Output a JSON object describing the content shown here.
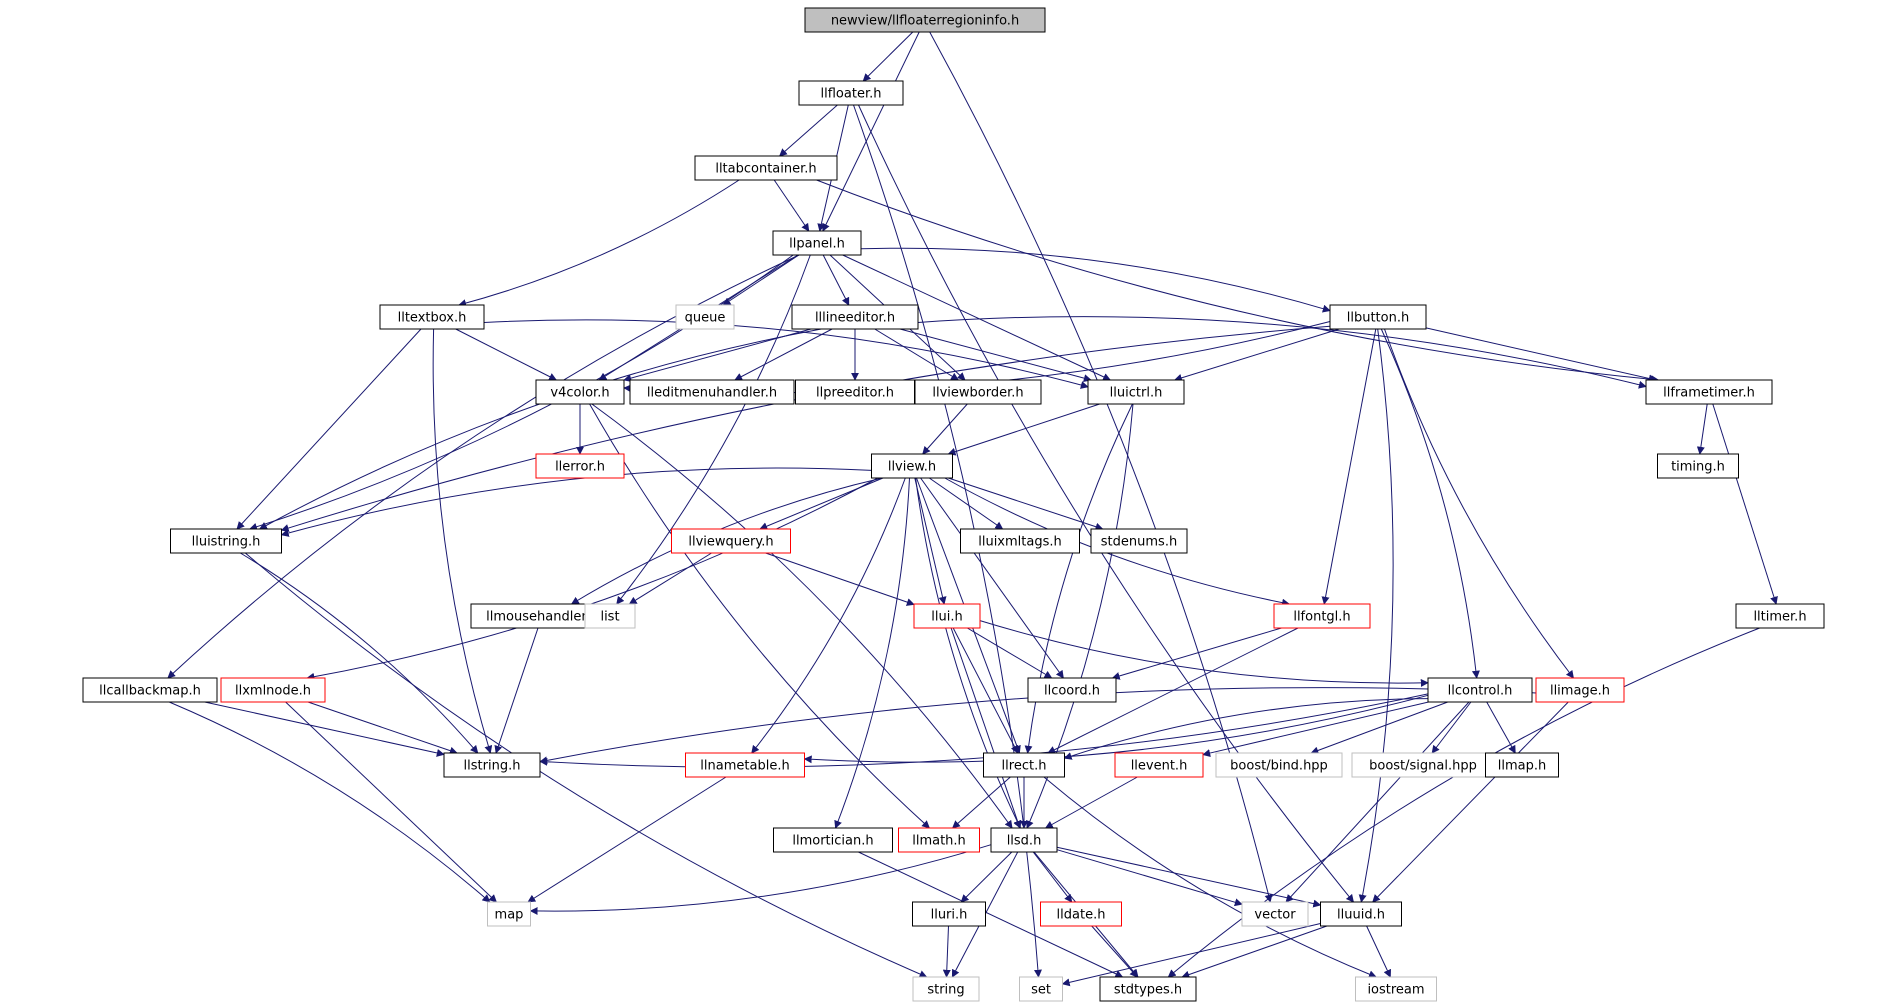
{
  "colors": {
    "edge": "#191970",
    "node_border": "#000000",
    "external_border": "#bfbfbf",
    "missing_border": "#ff0000",
    "root_fill": "#bfbfbf",
    "background": "#ffffff"
  },
  "graph": {
    "nodes": [
      {
        "id": "root",
        "label": "newview/llfloaterregioninfo.h",
        "kind": "root"
      },
      {
        "id": "llfloater",
        "label": "llfloater.h",
        "kind": "header"
      },
      {
        "id": "lltabcontainer",
        "label": "lltabcontainer.h",
        "kind": "header"
      },
      {
        "id": "llpanel",
        "label": "llpanel.h",
        "kind": "header"
      },
      {
        "id": "queue",
        "label": "queue",
        "kind": "external"
      },
      {
        "id": "lltextbox",
        "label": "lltextbox.h",
        "kind": "header"
      },
      {
        "id": "lllineeditor",
        "label": "lllineeditor.h",
        "kind": "header"
      },
      {
        "id": "llbutton",
        "label": "llbutton.h",
        "kind": "header"
      },
      {
        "id": "v4color",
        "label": "v4color.h",
        "kind": "header"
      },
      {
        "id": "lleditmenuhandler",
        "label": "lleditmenuhandler.h",
        "kind": "header"
      },
      {
        "id": "llpreeditor",
        "label": "llpreeditor.h",
        "kind": "header"
      },
      {
        "id": "llviewborder",
        "label": "llviewborder.h",
        "kind": "header"
      },
      {
        "id": "lluictrl",
        "label": "lluictrl.h",
        "kind": "header"
      },
      {
        "id": "llframetimer",
        "label": "llframetimer.h",
        "kind": "header"
      },
      {
        "id": "llerror",
        "label": "llerror.h",
        "kind": "missing"
      },
      {
        "id": "llview",
        "label": "llview.h",
        "kind": "header"
      },
      {
        "id": "timing",
        "label": "timing.h",
        "kind": "header"
      },
      {
        "id": "lluistring",
        "label": "lluistring.h",
        "kind": "header"
      },
      {
        "id": "llviewquery",
        "label": "llviewquery.h",
        "kind": "missing"
      },
      {
        "id": "lluixmltags",
        "label": "lluixmltags.h",
        "kind": "header"
      },
      {
        "id": "stdenums",
        "label": "stdenums.h",
        "kind": "header"
      },
      {
        "id": "llmousehandler",
        "label": "llmousehandler.h",
        "kind": "header"
      },
      {
        "id": "list",
        "label": "list",
        "kind": "external"
      },
      {
        "id": "llui",
        "label": "llui.h",
        "kind": "missing"
      },
      {
        "id": "llfontgl",
        "label": "llfontgl.h",
        "kind": "missing"
      },
      {
        "id": "lltimer",
        "label": "lltimer.h",
        "kind": "header"
      },
      {
        "id": "llcallbackmap",
        "label": "llcallbackmap.h",
        "kind": "header"
      },
      {
        "id": "llxmlnode",
        "label": "llxmlnode.h",
        "kind": "missing"
      },
      {
        "id": "llcoord",
        "label": "llcoord.h",
        "kind": "header"
      },
      {
        "id": "llcontrol",
        "label": "llcontrol.h",
        "kind": "header"
      },
      {
        "id": "llimage",
        "label": "llimage.h",
        "kind": "missing"
      },
      {
        "id": "llstring",
        "label": "llstring.h",
        "kind": "header"
      },
      {
        "id": "llnametable",
        "label": "llnametable.h",
        "kind": "missing"
      },
      {
        "id": "llrect",
        "label": "llrect.h",
        "kind": "header"
      },
      {
        "id": "llevent",
        "label": "llevent.h",
        "kind": "missing"
      },
      {
        "id": "boostbind",
        "label": "boost/bind.hpp",
        "kind": "external"
      },
      {
        "id": "boostsignal",
        "label": "boost/signal.hpp",
        "kind": "external"
      },
      {
        "id": "llmap",
        "label": "llmap.h",
        "kind": "header"
      },
      {
        "id": "llmortician",
        "label": "llmortician.h",
        "kind": "header"
      },
      {
        "id": "llmath",
        "label": "llmath.h",
        "kind": "missing"
      },
      {
        "id": "llsd",
        "label": "llsd.h",
        "kind": "header"
      },
      {
        "id": "map",
        "label": "map",
        "kind": "external"
      },
      {
        "id": "lluri",
        "label": "lluri.h",
        "kind": "header"
      },
      {
        "id": "lldate",
        "label": "lldate.h",
        "kind": "missing"
      },
      {
        "id": "vector",
        "label": "vector",
        "kind": "external"
      },
      {
        "id": "lluuid",
        "label": "lluuid.h",
        "kind": "header"
      },
      {
        "id": "string",
        "label": "string",
        "kind": "external"
      },
      {
        "id": "set",
        "label": "set",
        "kind": "external"
      },
      {
        "id": "stdtypes",
        "label": "stdtypes.h",
        "kind": "header"
      },
      {
        "id": "iostream",
        "label": "iostream",
        "kind": "external"
      }
    ],
    "edges": [
      [
        "root",
        "llfloater"
      ],
      [
        "root",
        "llpanel"
      ],
      [
        "root",
        "vector"
      ],
      [
        "llfloater",
        "lltabcontainer"
      ],
      [
        "llfloater",
        "llpanel"
      ],
      [
        "llfloater",
        "lluuid"
      ],
      [
        "llfloater",
        "set"
      ],
      [
        "lltabcontainer",
        "llpanel"
      ],
      [
        "lltabcontainer",
        "lltextbox"
      ],
      [
        "lltabcontainer",
        "llframetimer"
      ],
      [
        "llpanel",
        "queue"
      ],
      [
        "llpanel",
        "lllineeditor"
      ],
      [
        "llpanel",
        "llbutton"
      ],
      [
        "llpanel",
        "v4color"
      ],
      [
        "llpanel",
        "llviewborder"
      ],
      [
        "llpanel",
        "lluictrl"
      ],
      [
        "llpanel",
        "lluistring"
      ],
      [
        "llpanel",
        "llcallbackmap"
      ],
      [
        "llpanel",
        "list"
      ],
      [
        "lltextbox",
        "v4color"
      ],
      [
        "lltextbox",
        "lluistring"
      ],
      [
        "lltextbox",
        "llstring"
      ],
      [
        "lltextbox",
        "lluictrl"
      ],
      [
        "lllineeditor",
        "v4color"
      ],
      [
        "lllineeditor",
        "lleditmenuhandler"
      ],
      [
        "lllineeditor",
        "llpreeditor"
      ],
      [
        "lllineeditor",
        "llviewborder"
      ],
      [
        "lllineeditor",
        "lluictrl"
      ],
      [
        "lllineeditor",
        "llframetimer"
      ],
      [
        "lllineeditor",
        "lluistring"
      ],
      [
        "llbutton",
        "lluictrl"
      ],
      [
        "llbutton",
        "llframetimer"
      ],
      [
        "llbutton",
        "v4color"
      ],
      [
        "llbutton",
        "llfontgl"
      ],
      [
        "llbutton",
        "llcontrol"
      ],
      [
        "llbutton",
        "llimage"
      ],
      [
        "llbutton",
        "lluuid"
      ],
      [
        "llbutton",
        "lluistring"
      ],
      [
        "v4color",
        "llerror"
      ],
      [
        "v4color",
        "llmath"
      ],
      [
        "v4color",
        "llsd"
      ],
      [
        "llviewborder",
        "llview"
      ],
      [
        "lluictrl",
        "llview"
      ],
      [
        "lluictrl",
        "llrect"
      ],
      [
        "lluictrl",
        "llsd"
      ],
      [
        "llframetimer",
        "timing"
      ],
      [
        "llframetimer",
        "lltimer"
      ],
      [
        "llview",
        "lluistring"
      ],
      [
        "llview",
        "llviewquery"
      ],
      [
        "llview",
        "lluixmltags"
      ],
      [
        "llview",
        "stdenums"
      ],
      [
        "llview",
        "llmousehandler"
      ],
      [
        "llview",
        "llui"
      ],
      [
        "llview",
        "llfontgl"
      ],
      [
        "llview",
        "llxmlnode"
      ],
      [
        "llview",
        "llcoord"
      ],
      [
        "llview",
        "llnametable"
      ],
      [
        "llview",
        "llrect"
      ],
      [
        "llview",
        "llmortician"
      ],
      [
        "llview",
        "llsd"
      ],
      [
        "lluistring",
        "llstring"
      ],
      [
        "lluistring",
        "string"
      ],
      [
        "llviewquery",
        "list"
      ],
      [
        "llviewquery",
        "llui"
      ],
      [
        "llmousehandler",
        "llstring"
      ],
      [
        "llui",
        "llcoord"
      ],
      [
        "llui",
        "llrect"
      ],
      [
        "llui",
        "llcontrol"
      ],
      [
        "llui",
        "llsd"
      ],
      [
        "llfontgl",
        "llcoord"
      ],
      [
        "llfontgl",
        "llrect"
      ],
      [
        "lltimer",
        "stdtypes"
      ],
      [
        "llcallbackmap",
        "map"
      ],
      [
        "llcallbackmap",
        "llstring"
      ],
      [
        "llxmlnode",
        "llstring"
      ],
      [
        "llxmlnode",
        "map"
      ],
      [
        "llcontrol",
        "llstring"
      ],
      [
        "llcontrol",
        "llrect"
      ],
      [
        "llcontrol",
        "llevent"
      ],
      [
        "llcontrol",
        "boostbind"
      ],
      [
        "llcontrol",
        "boostsignal"
      ],
      [
        "llcontrol",
        "llmap"
      ],
      [
        "llcontrol",
        "llnametable"
      ],
      [
        "llcontrol",
        "vector"
      ],
      [
        "llimage",
        "lluuid"
      ],
      [
        "llimage",
        "llstring"
      ],
      [
        "llnametable",
        "map"
      ],
      [
        "llrect",
        "llmath"
      ],
      [
        "llrect",
        "llsd"
      ],
      [
        "llrect",
        "iostream"
      ],
      [
        "llevent",
        "llsd"
      ],
      [
        "llmortician",
        "stdtypes"
      ],
      [
        "llsd",
        "map"
      ],
      [
        "llsd",
        "lluri"
      ],
      [
        "llsd",
        "lldate"
      ],
      [
        "llsd",
        "vector"
      ],
      [
        "llsd",
        "lluuid"
      ],
      [
        "llsd",
        "string"
      ],
      [
        "llsd",
        "stdtypes"
      ],
      [
        "lluri",
        "string"
      ],
      [
        "lldate",
        "stdtypes"
      ],
      [
        "lluuid",
        "set"
      ],
      [
        "lluuid",
        "stdtypes"
      ],
      [
        "lluuid",
        "iostream"
      ]
    ]
  }
}
